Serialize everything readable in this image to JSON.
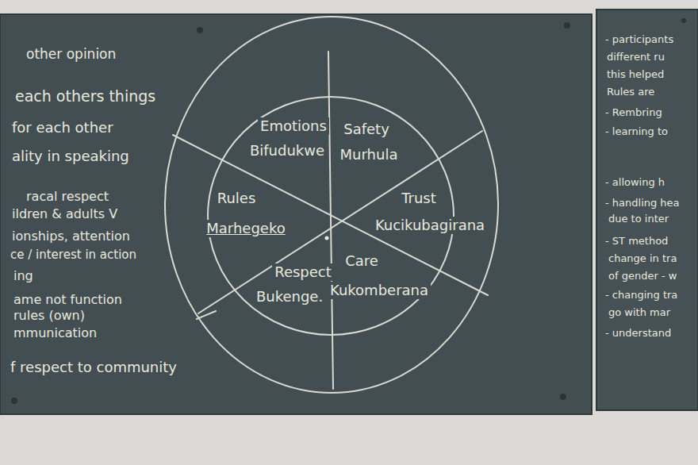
{
  "diagram": {
    "nodes": [
      {
        "text": [
          "Emotions",
          "Bifudukwe"
        ]
      },
      {
        "text": [
          "Safety",
          "Murhula"
        ]
      },
      {
        "text": [
          "Trust",
          "Kucikubagirana"
        ]
      },
      {
        "text": [
          "Rules",
          "Marhegeko"
        ]
      },
      {
        "text": [
          "Respect",
          "Bukenge."
        ]
      },
      {
        "text": [
          "Care",
          "Kukomberana"
        ]
      }
    ],
    "labels": [
      "other opinion",
      "each others things",
      "for each other",
      "ality in speaking",
      "racal respect",
      "ildren & adults V",
      "ionships, attention",
      "ce / interest in action",
      "ing",
      "ame not function",
      "rules (own)",
      "mmunication",
      "f respect to community",
      "- participants",
      "different ru",
      "this helped",
      "Rules are",
      "- Rembring",
      "- learning to",
      "- allowing h",
      "- handling hea",
      "due to inter",
      "- ST method",
      "change in tra",
      "of gender - w",
      "- changing tra",
      "go with mar",
      "- understand"
    ]
  }
}
